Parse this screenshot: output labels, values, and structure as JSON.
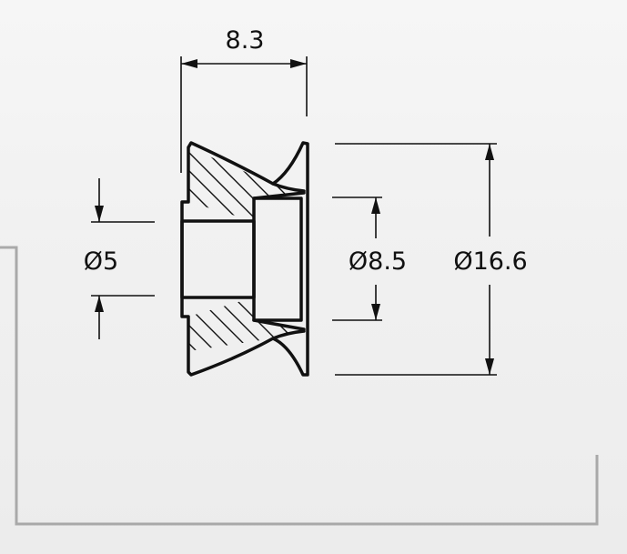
{
  "drawing": {
    "dimensions": {
      "width_label": "8.3",
      "bore_diameter_label": "Ø5",
      "counterbore_diameter_label": "Ø8.5",
      "outer_diameter_label": "Ø16.6"
    },
    "colors": {
      "line": "#111111",
      "sheet": "#ffffff",
      "sheet_border": "#a8a8a8",
      "background": "#f2f2f2"
    }
  }
}
